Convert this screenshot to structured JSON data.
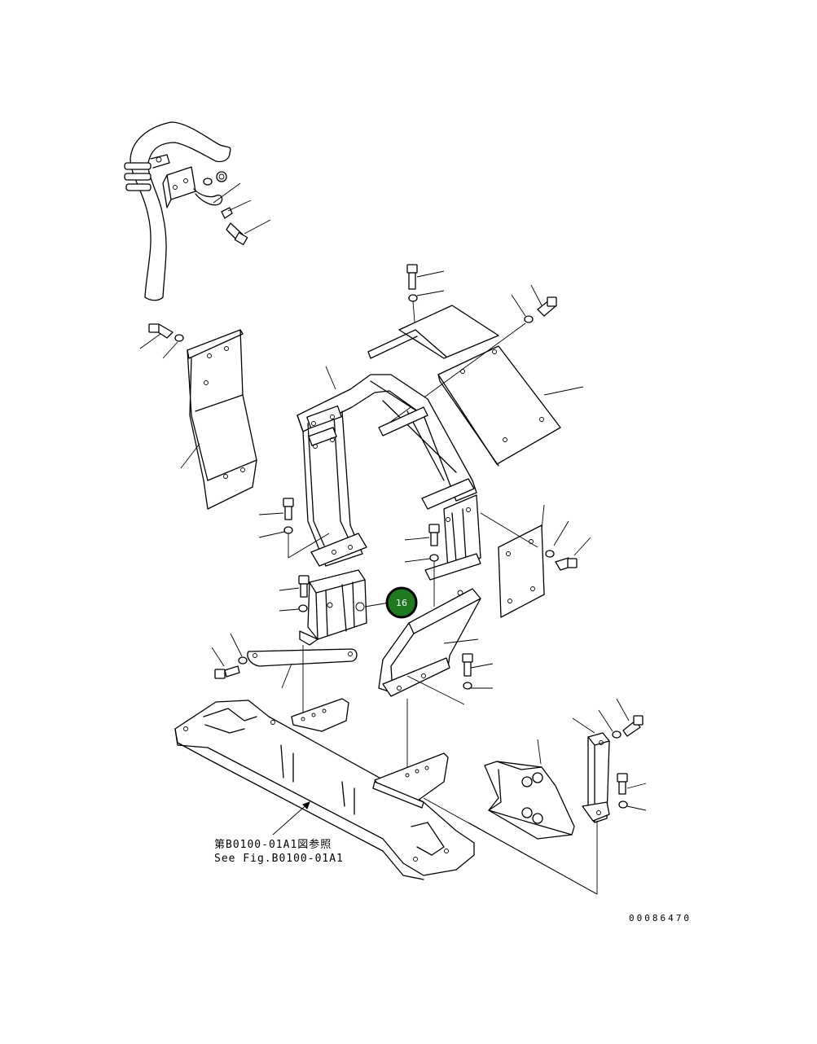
{
  "reference": {
    "line1": "第B0100-01A1図参照",
    "line2": "See Fig.B0100-01A1"
  },
  "drawing_number": "00086470",
  "callout": {
    "label": "16",
    "fill_color": "#1f7a1f",
    "ring_color": "#000000"
  }
}
